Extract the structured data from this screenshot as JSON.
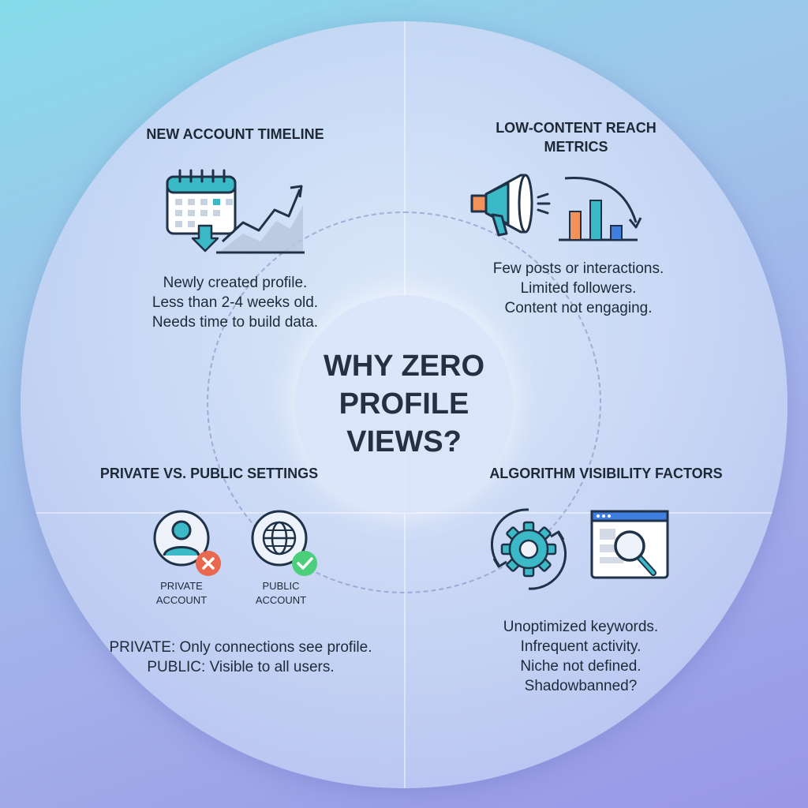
{
  "center": {
    "title": "WHY ZERO PROFILE VIEWS?"
  },
  "sections": {
    "timeline": {
      "heading": "NEW ACCOUNT TIMELINE",
      "lines": [
        "Newly created profile.",
        "Less than 2-4 weeks old.",
        "Needs time to build data."
      ]
    },
    "reach": {
      "heading_line1": "LOW-CONTENT REACH",
      "heading_line2": "METRICS",
      "lines": [
        "Few posts or interactions.",
        "Limited followers.",
        "Content not engaging."
      ]
    },
    "privacy": {
      "heading": "PRIVATE VS. PUBLIC SETTINGS",
      "private_label_1": "PRIVATE",
      "private_label_2": "ACCOUNT",
      "public_label_1": "PUBLIC",
      "public_label_2": "ACCOUNT",
      "line1": "PRIVATE: Only connections see profile.",
      "line2": "PUBLIC: Visible to all users."
    },
    "algorithm": {
      "heading": "ALGORITHM VISIBILITY FACTORS",
      "lines": [
        "Unoptimized keywords.",
        "Infrequent activity.",
        "Niche not defined.",
        "Shadowbanned?"
      ]
    }
  },
  "icons": {
    "timeline": "calendar-trend-icon",
    "reach": "megaphone-bar-chart-icon",
    "private": "user-x-icon",
    "public": "globe-check-icon",
    "algorithm_gear": "gear-refresh-icon",
    "algorithm_search": "browser-search-icon"
  },
  "colors": {
    "teal": "#3bb9c6",
    "navy": "#1f3247",
    "orange": "#f2925a",
    "red": "#e8694f",
    "green": "#4ccf7a",
    "blue": "#3f7fe0"
  }
}
